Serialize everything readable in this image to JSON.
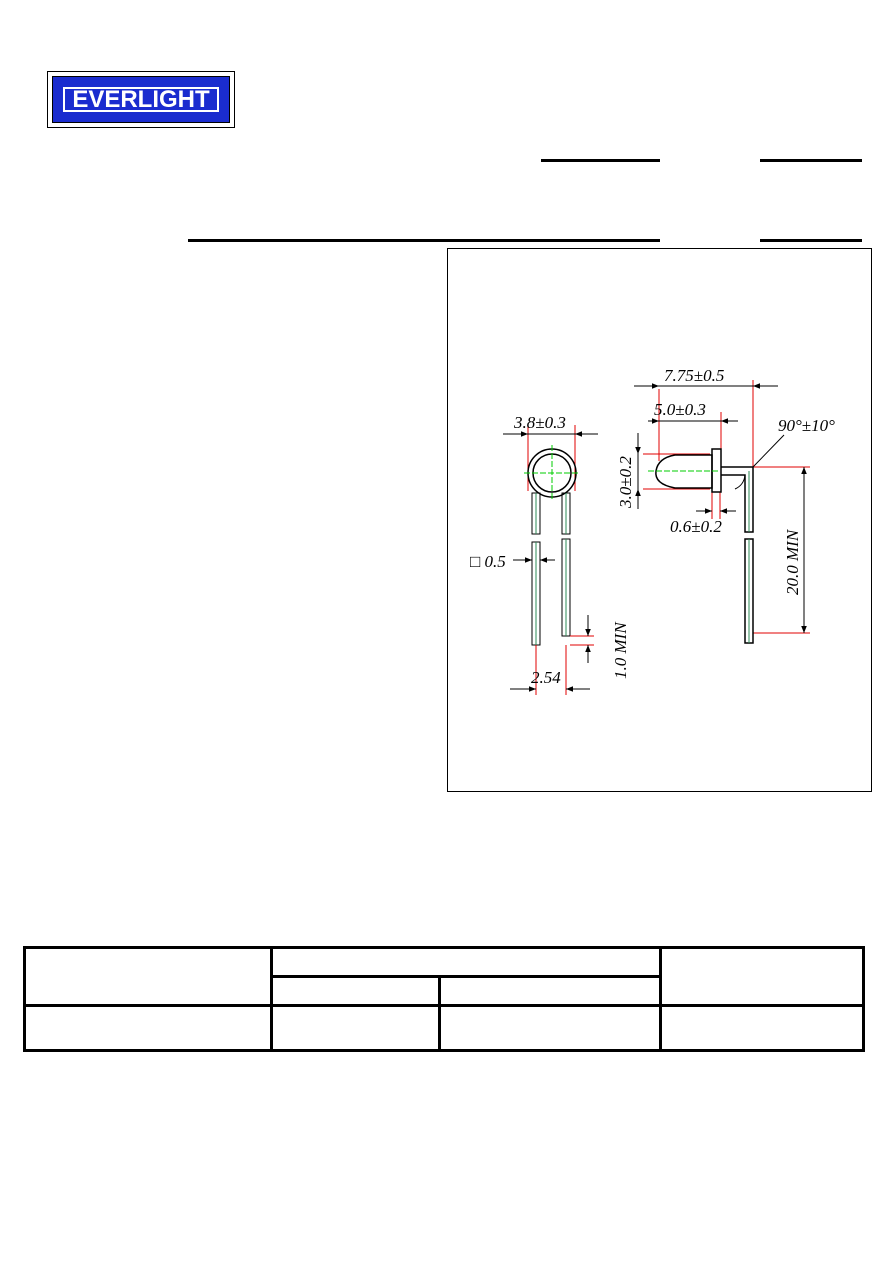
{
  "logo": {
    "text": "EVERLIGHT",
    "color": "#1a2ccf"
  },
  "drawing": {
    "dims": {
      "lead_length": "7.75±0.5",
      "body_length": "5.0±0.3",
      "bend_angle": "90°±10°",
      "diameter": "3.8±0.3",
      "height": "3.0±0.2",
      "flange": "0.6±0.2",
      "lead_square": "□ 0.5",
      "min_length": "20.0 MIN",
      "min_offset": "1.0 MIN",
      "pitch": "2.54"
    },
    "colors": {
      "dimension": "#e00000",
      "centerline": "#00cc00",
      "lead": "#2e8b57"
    }
  },
  "table": {
    "header": {
      "col1": "",
      "group": "",
      "sub1": "",
      "sub2": "",
      "col4": ""
    },
    "row": {
      "c1": "",
      "c2": "",
      "c3": "",
      "c4": ""
    }
  }
}
